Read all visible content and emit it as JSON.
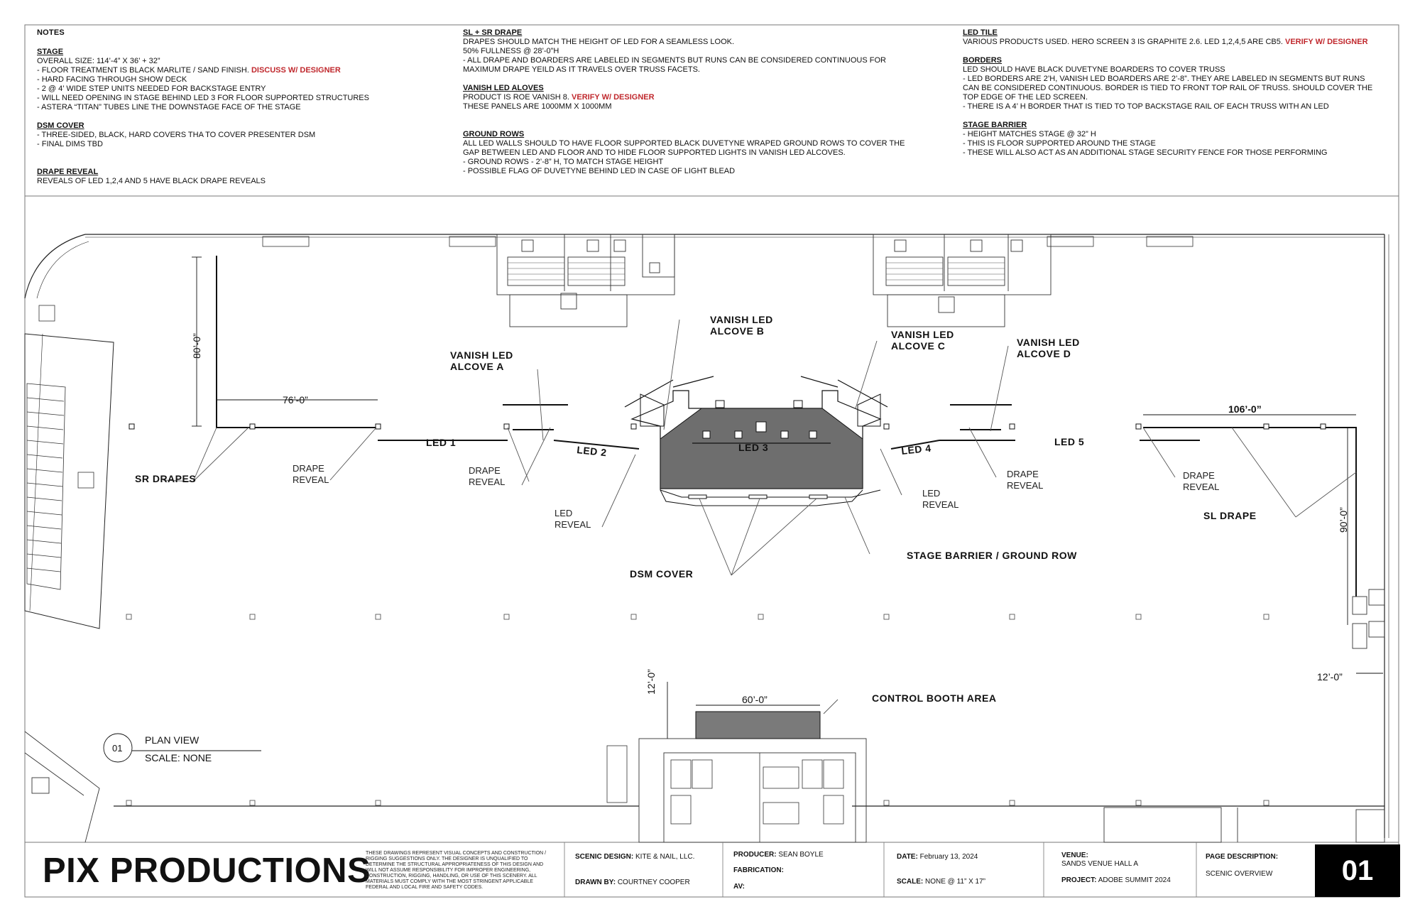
{
  "notes": {
    "title": "NOTES",
    "col1": [
      {
        "heading": "STAGE",
        "lines": [
          {
            "text": "OVERALL SIZE: 114’-4” X 36’ + 32”"
          },
          {
            "text": "- FLOOR TREATMENT IS BLACK MARLITE / SAND FINISH. ",
            "flag": "DISCUSS W/ DESIGNER"
          },
          {
            "text": "- HARD FACING THROUGH SHOW DECK"
          },
          {
            "text": "- 2 @ 4’ WIDE STEP UNITS NEEDED FOR BACKSTAGE ENTRY"
          },
          {
            "text": "- WILL NEED OPENING IN STAGE BEHIND LED 3 FOR FLOOR SUPPORTED STRUCTURES"
          },
          {
            "text": "- ASTERA “TITAN” TUBES LINE THE DOWNSTAGE FACE OF THE STAGE"
          }
        ]
      },
      {
        "heading": "DSM COVER",
        "lines": [
          {
            "text": "- THREE-SIDED, BLACK, HARD COVERS THA TO COVER PRESENTER DSM"
          },
          {
            "text": "- FINAL DIMS TBD"
          }
        ]
      },
      {
        "heading": "DRAPE REVEAL",
        "lines": [
          {
            "text": "REVEALS OF LED 1,2,4 AND 5 HAVE BLACK DRAPE REVEALS"
          }
        ]
      }
    ],
    "col2": [
      {
        "heading": "SL + SR DRAPE",
        "lines": [
          {
            "text": "DRAPES SHOULD MATCH THE HEIGHT OF LED FOR A SEAMLESS LOOK."
          },
          {
            "text": "50% FULLNESS @ 28’-0”H"
          },
          {
            "text": "- ALL DRAPE AND BOARDERS ARE LABELED IN SEGMENTS BUT RUNS CAN BE CONSIDERED CONTINUOUS FOR"
          },
          {
            "text": "MAXIMUM DRAPE YEILD AS IT TRAVELS OVER TRUSS FACETS."
          }
        ]
      },
      {
        "heading": "VANISH LED ALOVES",
        "lines": [
          {
            "text": "PRODUCT IS ROE VANISH 8. ",
            "flag": "VERIFY W/ DESIGNER"
          },
          {
            "text": "THESE PANELS ARE 1000MM X 1000MM"
          }
        ]
      },
      {
        "heading": "GROUND ROWS",
        "lines": [
          {
            "text": "ALL LED WALLS SHOULD TO HAVE FLOOR SUPPORTED BLACK DUVETYNE WRAPED GROUND ROWS TO COVER THE"
          },
          {
            "text": "GAP BETWEEN LED AND FLOOR AND TO HIDE FLOOR SUPPORTED LIGHTS IN VANISH LED ALCOVES."
          },
          {
            "text": "- GROUND ROWS - 2’-8” H, TO MATCH STAGE HEIGHT"
          },
          {
            "text": "- POSSIBLE FLAG OF DUVETYNE BEHIND LED IN CASE OF LIGHT BLEAD"
          }
        ]
      }
    ],
    "col3": [
      {
        "heading": "LED TILE",
        "lines": [
          {
            "text": "VARIOUS PRODUCTS USED. HERO SCREEN 3 IS GRAPHITE 2.6. LED 1,2,4,5 ARE CB5. ",
            "flag": "VERIFY W/ DESIGNER"
          }
        ]
      },
      {
        "heading": "BORDERS",
        "lines": [
          {
            "text": "LED SHOULD HAVE BLACK DUVETYNE BOARDERS TO COVER TRUSS"
          },
          {
            "text": "- LED BORDERS ARE 2’H, VANISH LED BOARDERS ARE 2’-8”. THEY ARE LABELED IN SEGMENTS BUT RUNS"
          },
          {
            "text": "CAN BE CONSIDERED CONTINUOUS. BORDER IS TIED TO FRONT TOP RAIL OF TRUSS. SHOULD COVER THE"
          },
          {
            "text": "TOP EDGE OF THE LED SCREEN."
          },
          {
            "text": "- THERE IS A 4’ H BORDER THAT IS TIED TO TOP BACKSTAGE RAIL OF EACH TRUSS WITH AN LED"
          }
        ]
      },
      {
        "heading": "STAGE BARRIER",
        "lines": [
          {
            "text": "- HEIGHT MATCHES STAGE @ 32” H"
          },
          {
            "text": "- THIS IS FLOOR SUPPORTED AROUND THE STAGE"
          },
          {
            "text": "- THESE WILL ALSO ACT AS AN ADDITIONAL STAGE SECURITY FENCE FOR THOSE PERFORMING"
          }
        ]
      }
    ]
  },
  "plan": {
    "labels": {
      "vanish_a_1": "VANISH LED",
      "vanish_a_2": "ALCOVE A",
      "vanish_b_1": "VANISH LED",
      "vanish_b_2": "ALCOVE B",
      "vanish_c_1": "VANISH LED",
      "vanish_c_2": "ALCOVE C",
      "vanish_d_1": "VANISH LED",
      "vanish_d_2": "ALCOVE D",
      "led1": "LED 1",
      "led2": "LED 2",
      "led3": "LED 3",
      "led4": "LED 4",
      "led5": "LED 5",
      "sr_drapes": "SR DRAPES",
      "drape_reveal_1a": "DRAPE",
      "drape_reveal_1b": "REVEAL",
      "drape_reveal_2a": "DRAPE",
      "drape_reveal_2b": "REVEAL",
      "drape_reveal_3a": "DRAPE",
      "drape_reveal_3b": "REVEAL",
      "drape_reveal_4a": "DRAPE",
      "drape_reveal_4b": "REVEAL",
      "led_reveal_1a": "LED",
      "led_reveal_1b": "REVEAL",
      "led_reveal_2a": "LED",
      "led_reveal_2b": "REVEAL",
      "sl_drape": "SL DRAPE",
      "stage_barrier": "STAGE BARRIER / GROUND ROW",
      "dsm_cover": "DSM COVER",
      "control_booth": "CONTROL BOOTH AREA",
      "view_number": "01",
      "view_title": "PLAN VIEW",
      "view_scale": "SCALE: NONE"
    },
    "dims": {
      "d80": "80’-0”",
      "d76": "76’-0”",
      "d106": "106’-0”",
      "d90": "90’-0”",
      "d60": "60’-0”",
      "d12a": "12’-0”",
      "d12b": "12’-0”"
    }
  },
  "titleblock": {
    "brand": "PIX PRODUCTIONS",
    "disclaimer": "THESE DRAWINGS REPRESENT VISUAL CONCEPTS AND CONSTRUCTION / RIGGING SUGGESTIONS ONLY. THE DESIGNER IS UNQUALIFIED TO DETERMINE THE STRUCTURAL APPROPRIATENESS OF THIS DESIGN AND WILL NOT ASSUME RESPONSIBILITY FOR IMPROPER ENGINEERING, CONSTRUCTION, RIGGING, HANDLING, OR USE OF THIS SCENERY. ALL MATERIALS MUST COMPLY WITH THE MOST STRINGENT APPLICABLE FEDERAL AND LOCAL FIRE AND SAFETY CODES.",
    "scenic_design_label": "SCENIC DESIGN:",
    "scenic_design": "KITE & NAIL, LLC.",
    "drawn_by_label": "DRAWN BY:",
    "drawn_by": "COURTNEY COOPER",
    "producer_label": "PRODUCER:",
    "producer": "SEAN BOYLE",
    "fabrication_label": "FABRICATION:",
    "av_label": "AV:",
    "date_label": "DATE:",
    "date": "February 13, 2024",
    "scale_label": "SCALE:",
    "scale": "NONE @ 11” X 17”",
    "venue_label": "VENUE:",
    "venue": "SANDS VENUE HALL A",
    "project_label": "PROJECT:",
    "project": "ADOBE SUMMIT 2024",
    "page_desc_label": "PAGE DESCRIPTION:",
    "page_desc": "SCENIC OVERVIEW",
    "page_number": "01"
  },
  "colors": {
    "flag": "#c0282d",
    "stage_fill": "#6e6e6e",
    "booth_fill": "#7a7a7a"
  }
}
